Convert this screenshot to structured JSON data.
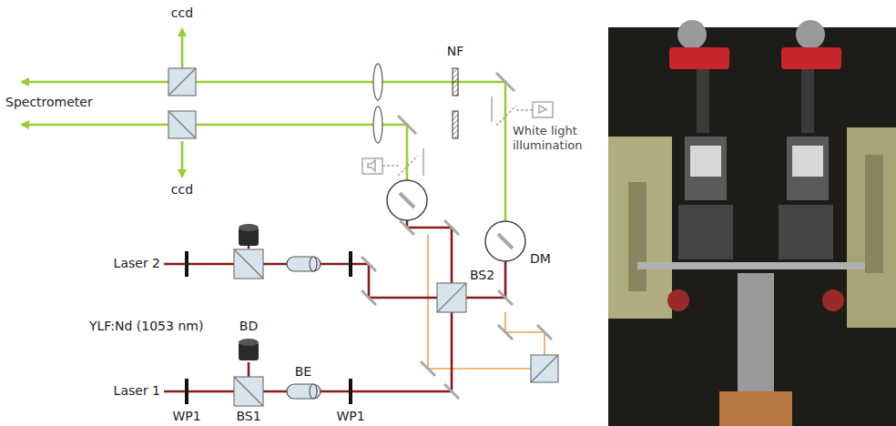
{
  "diagram": {
    "labels": [
      "ccd",
      "NF",
      "Spectrometer",
      "ccd",
      "White light illumination",
      "DM",
      "Laser 2",
      "BS2",
      "YLF:Nd (1053 nm)",
      "BD",
      "BE",
      "Laser 1",
      "WP1",
      "BS1",
      "WP1"
    ]
  }
}
